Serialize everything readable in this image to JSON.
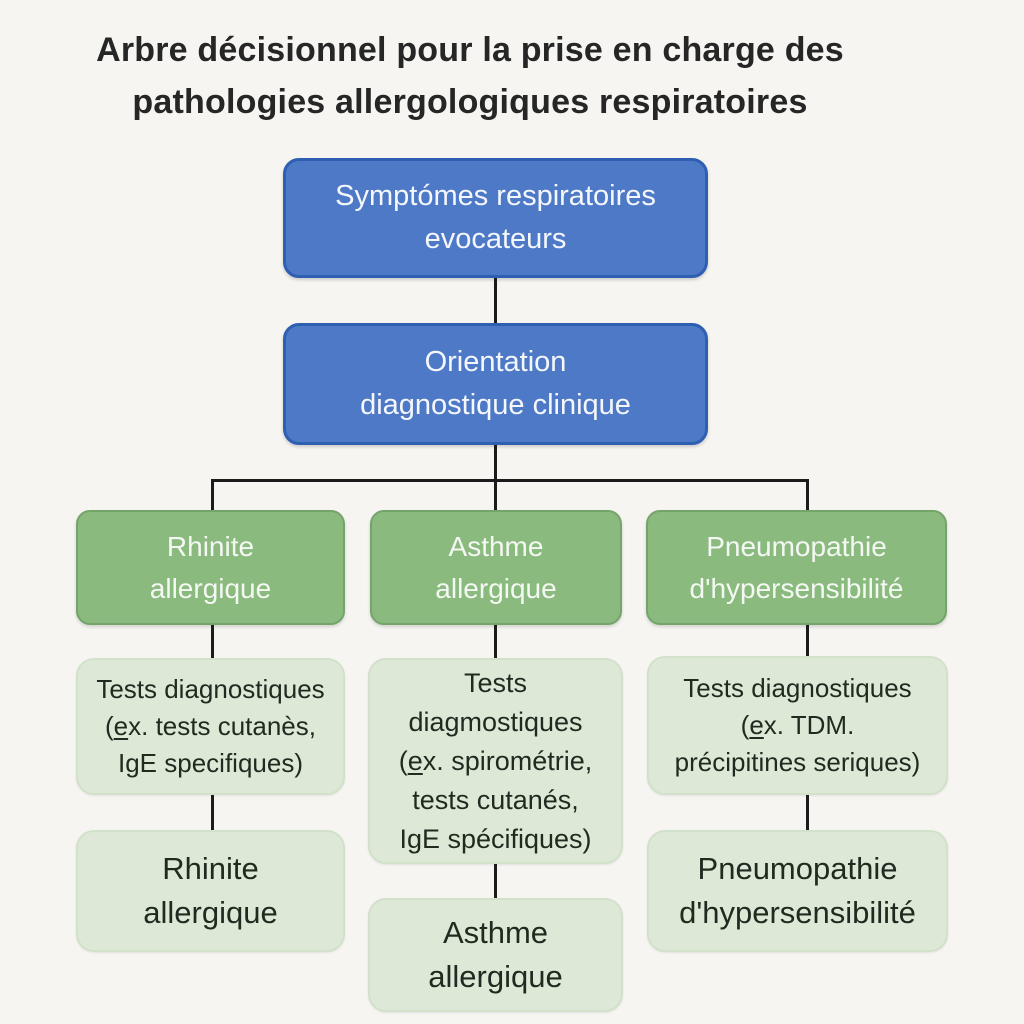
{
  "diagram": {
    "title": "Arbre décisionnel pour la prise en charge des\npathologies allergologiques respiratoires",
    "nodes": {
      "symptoms": "Symptómes respiratoires\nevocateurs",
      "orientation": "Orientation\ndiagnostique clinique"
    },
    "branches": [
      {
        "condition": "Rhinite\nallergique",
        "tests": "Tests diagnostiques\n(ex. tests cutanès,\nIgE specifiques)",
        "outcome": "Rhinite\nallergique"
      },
      {
        "condition": "Asthme\nallergique",
        "tests": "Tests\ndiagmostiques\n(ex. spirométrie,\ntests cutanés,\nIgE spécifiques)",
        "outcome": "Asthme\nallergique"
      },
      {
        "condition": "Pneumopathie\nd'hypersensibilité",
        "tests": "Tests diagnostiques\n(ex. TDM.\nprécipitines seriques)",
        "outcome": "Pneumopathie\nd'hypersensibilité"
      }
    ],
    "colors": {
      "background": "#f6f5f2",
      "blue_fill": "#4e79c6",
      "blue_border": "#2e5fb3",
      "green_fill": "#8bba7f",
      "green_border": "#74a469",
      "light_green_fill": "#dde9d6",
      "connector_line": "#1b1b1b",
      "text_light": "#ffffff",
      "text_dark": "#1f2a20",
      "title_color": "#262626"
    }
  }
}
